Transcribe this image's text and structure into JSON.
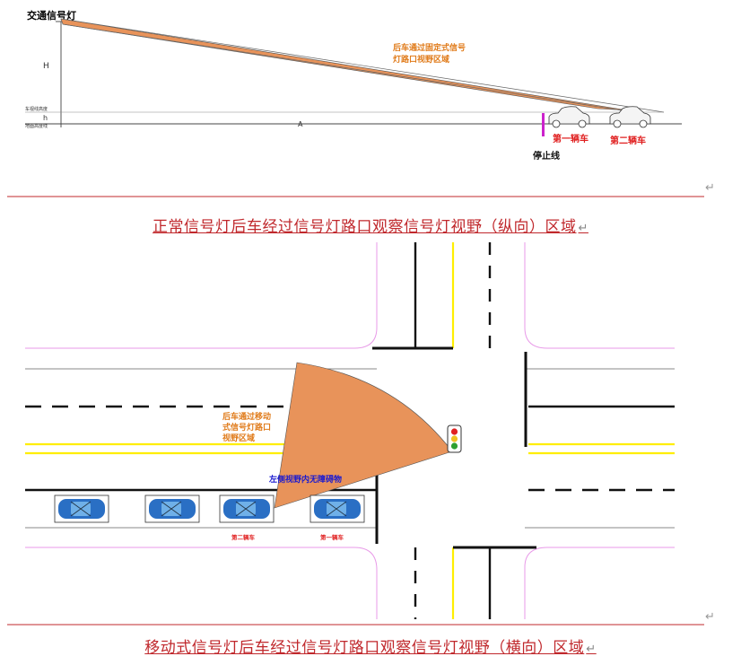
{
  "side_view": {
    "signal_label": "交通信号灯",
    "height_H_label": "H",
    "height_h_label": "h",
    "eye_height_label": "车视线高度",
    "ground_height_label": "地面高度线",
    "distance_label": "A",
    "zone_label_line1": "后车通过固定式信号",
    "zone_label_line2": "灯路口视野区域",
    "first_car_label": "第一辆车",
    "second_car_label": "第二辆车",
    "stop_line_label": "停止线"
  },
  "caption_top": "正常信号灯后车经过信号灯路口观察信号灯视野（纵向）区域",
  "top_view": {
    "zone_label_line1": "后车通过移动",
    "zone_label_line2": "式信号灯路口",
    "zone_label_line3": "视野区域",
    "no_obstacle_label": "左侧视野内无障碍物",
    "second_car_label": "第二辆车",
    "first_car_label": "第一辆车"
  },
  "caption_bottom": "移动式信号灯后车经过信号灯路口观察信号灯视野（横向）区域",
  "return_mark": "↵",
  "colors": {
    "zone_fill": "#e8935a",
    "zone_text": "#e07b1a",
    "car_label": "#e02020",
    "caption": "#c0282c",
    "lane_yellow": "#ffee00",
    "curb_pink": "#e89ae8",
    "stop_bar_magenta": "#cc22cc",
    "car_body": "#2a6fc4",
    "no_obstacle_text": "#1a1ad0"
  },
  "icons": [
    "traffic-light-icon",
    "car-side-icon",
    "car-top-icon"
  ]
}
